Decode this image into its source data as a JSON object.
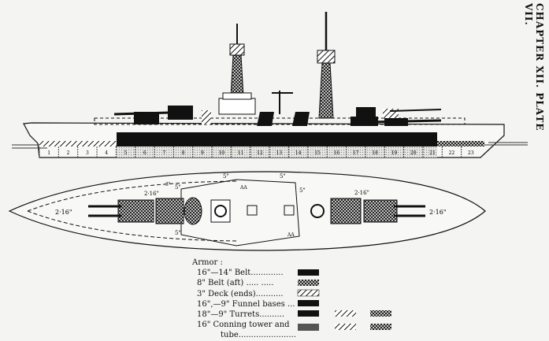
{
  "plate_title": "CHAPTER XII. PLATE VII.",
  "compartments": [
    "1",
    "2",
    "3",
    "4",
    "5",
    "6",
    "7",
    "8",
    "9",
    "10",
    "11",
    "12",
    "13",
    "14",
    "15",
    "16",
    "17",
    "18",
    "19",
    "20",
    "21",
    "22",
    "23"
  ],
  "plan_labels": {
    "fwd_turret": "2·16\"",
    "aft_turret": "2·16\"",
    "superfiring_fwd": "2·16\"",
    "superfiring_aft": "2·16\"",
    "secondary": "5\"",
    "anti_aircraft": "AA",
    "small_gun": "3\""
  },
  "legend": {
    "heading": "Armor :",
    "items": [
      {
        "label": "16\"—14\" Belt.............",
        "pattern": "solid"
      },
      {
        "label": "8\" Belt (aft) ..... .....",
        "pattern": "crosshatch"
      },
      {
        "label": "3\" Deck (ends)...........",
        "pattern": "diagonal"
      },
      {
        "label": "16\",—9\" Funnel bases ...",
        "pattern": "solid"
      },
      {
        "label": "18\"—9\" Turrets..........",
        "pattern": "solid-diagonal-crosshatch"
      },
      {
        "label": "16\" Conning tower and",
        "pattern": ""
      },
      {
        "label": "tube.......................",
        "pattern": "grey-diagonal-crosshatch"
      }
    ]
  },
  "colors": {
    "ink": "#111111",
    "paper": "#f4f4f2",
    "grey": "#555555"
  }
}
